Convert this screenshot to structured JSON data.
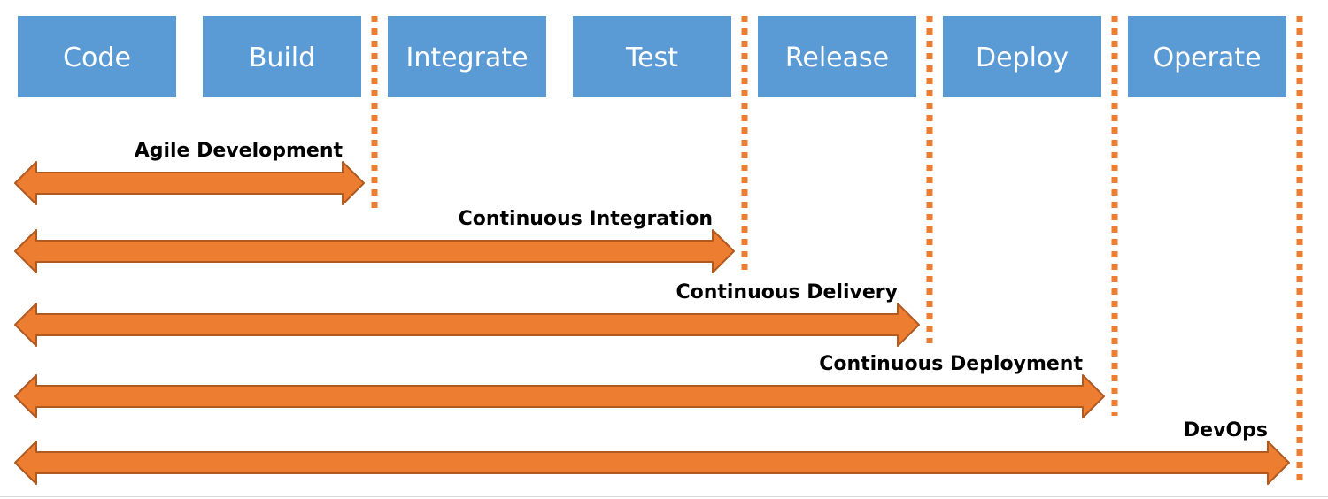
{
  "stages": [
    {
      "label": "Code"
    },
    {
      "label": "Build"
    },
    {
      "label": "Integrate"
    },
    {
      "label": "Test"
    },
    {
      "label": "Release"
    },
    {
      "label": "Deploy"
    },
    {
      "label": "Operate"
    }
  ],
  "ranges": [
    {
      "label": "Agile Development",
      "through_stage": 1
    },
    {
      "label": "Continuous Integration",
      "through_stage": 3
    },
    {
      "label": "Continuous Delivery",
      "through_stage": 4
    },
    {
      "label": "Continuous Deployment",
      "through_stage": 5
    },
    {
      "label": "DevOps",
      "through_stage": 6
    }
  ],
  "colors": {
    "stage_fill": "#5b9bd5",
    "stage_text": "#ffffff",
    "arrow_fill": "#ed7d31",
    "arrow_outline": "#ae5a21",
    "divider": "#ed7d31",
    "label_text": "#000000"
  }
}
